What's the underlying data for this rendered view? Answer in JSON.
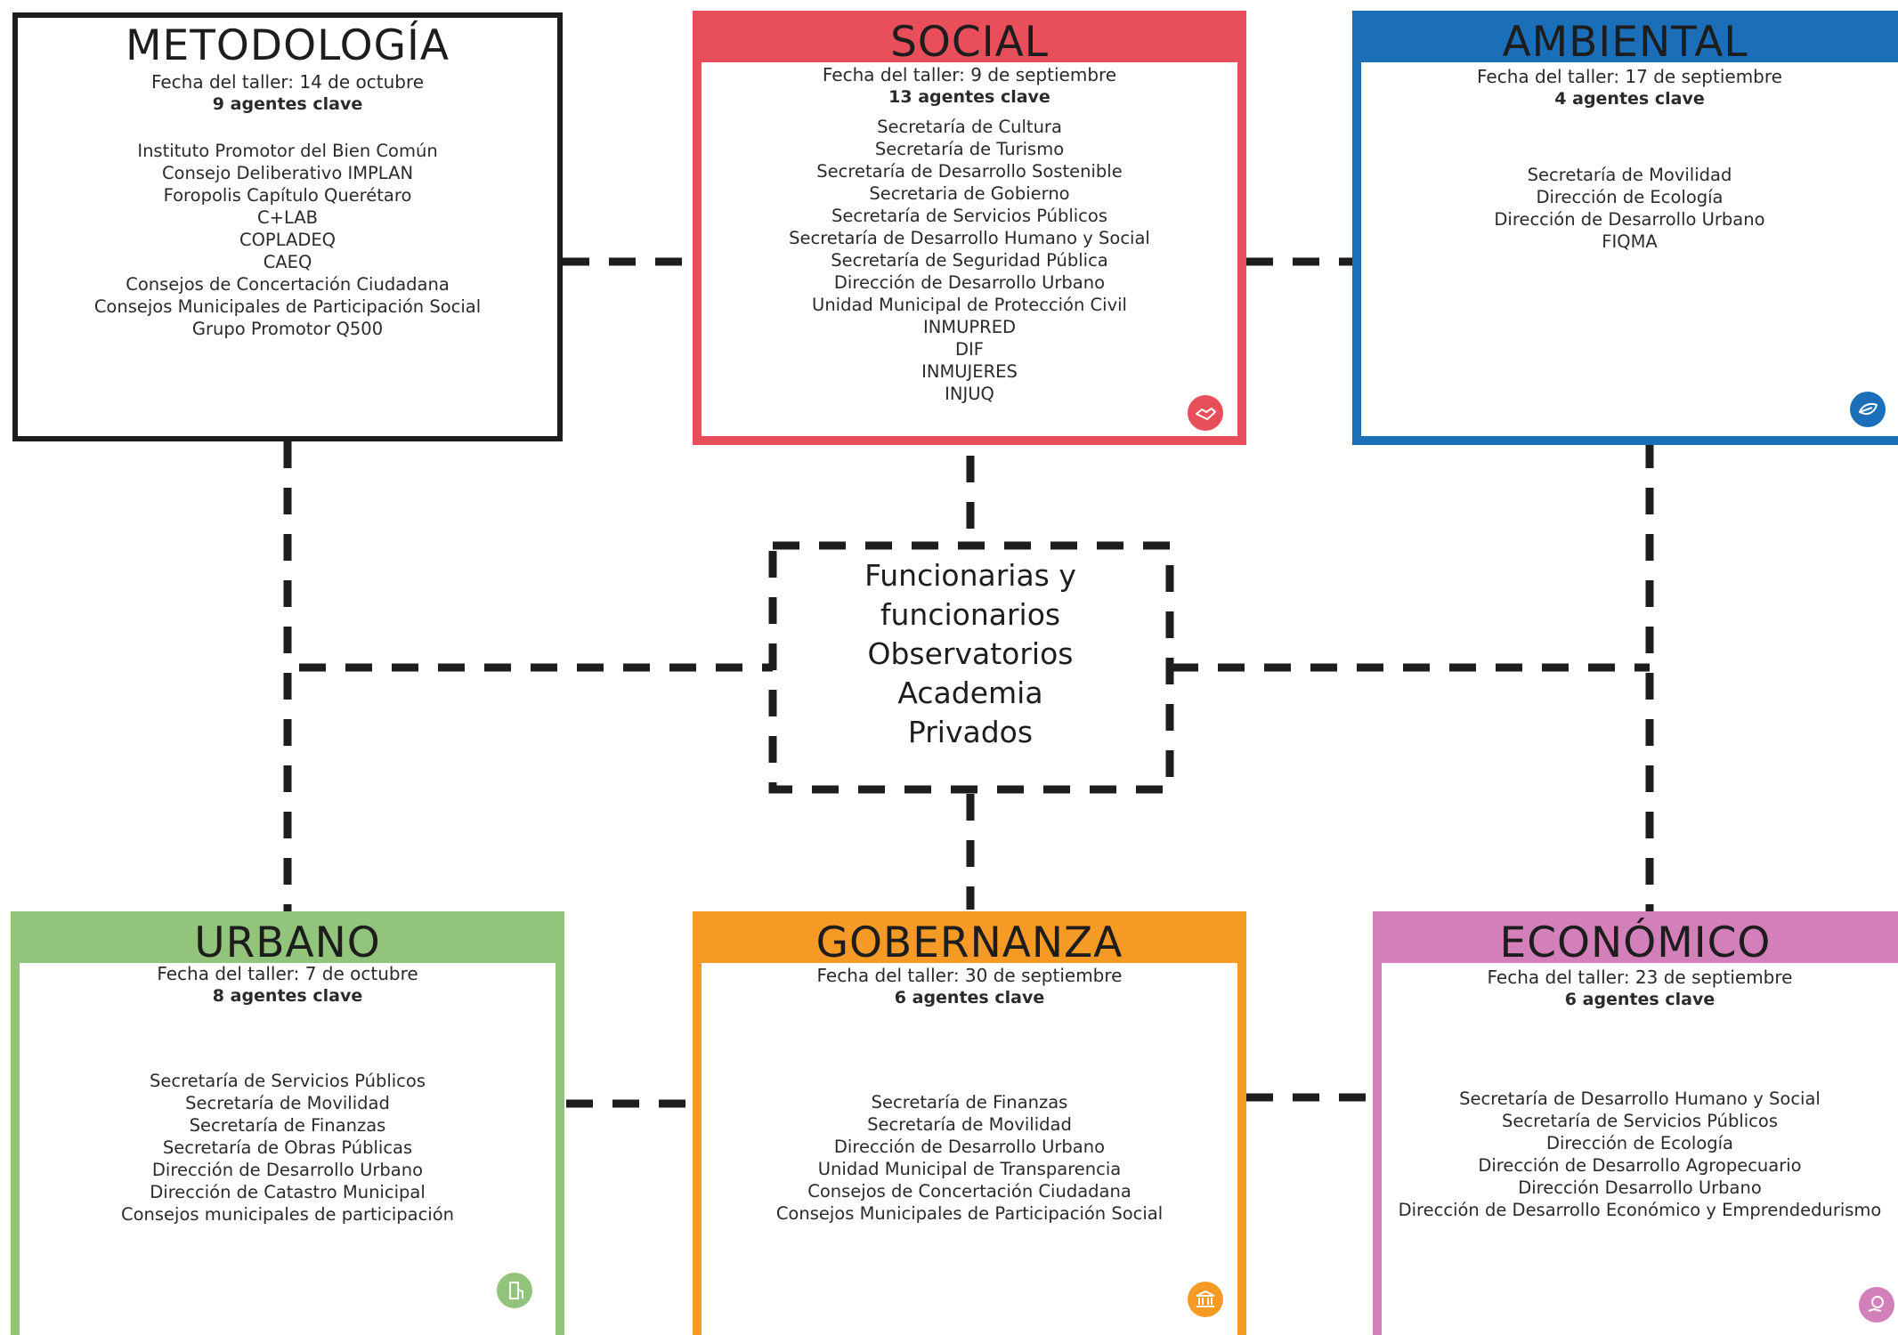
{
  "center": {
    "lines": [
      "Funcionarias y",
      "funcionarios",
      "Observatorios",
      "Academia",
      "Privados"
    ]
  },
  "boxes": {
    "metodologia": {
      "title": "METODOLOGÍA",
      "date": "Fecha del taller: 14 de octubre",
      "agents": "9 agentes clave",
      "items": [
        "Instituto Promotor del Bien Común",
        "Consejo Deliberativo IMPLAN",
        "Foropolis Capítulo Querétaro",
        "C+LAB",
        "COPLADEQ",
        "CAEQ",
        "Consejos de Concertación Ciudadana",
        "Consejos Municipales de Participación Social",
        "Grupo Promotor Q500"
      ],
      "color": "#1d1d1d"
    },
    "social": {
      "title": "SOCIAL",
      "date": "Fecha del taller: 9 de septiembre",
      "agents": "13 agentes clave",
      "items": [
        "Secretaría de Cultura",
        "Secretaría de Turismo",
        "Secretaría de Desarrollo Sostenible",
        "Secretaria de Gobierno",
        "Secretaría de Servicios Públicos",
        "Secretaría de Desarrollo Humano y Social",
        "Secretaría de Seguridad Pública",
        "Dirección de Desarrollo Urbano",
        "Unidad Municipal de Protección Civil",
        "INMUPRED",
        "DIF",
        "INMUJERES",
        "INJUQ"
      ],
      "color": "#e94e5b",
      "icon": "handshake-icon"
    },
    "ambiental": {
      "title": "AMBIENTAL",
      "date": "Fecha del taller: 17 de septiembre",
      "agents": "4 agentes clave",
      "items": [
        "Secretaría de Movilidad",
        "Dirección de Ecología",
        "Dirección de Desarrollo Urbano",
        "FIQMA"
      ],
      "color": "#1b6fb8",
      "icon": "leaf-icon"
    },
    "urbano": {
      "title": "URBANO",
      "date": "Fecha del taller: 7 de octubre",
      "agents": "8 agentes clave",
      "items": [
        "Secretaría de Servicios Públicos",
        "Secretaría de Movilidad",
        "Secretaría de Finanzas",
        "Secretaría de Obras Públicas",
        "Dirección de Desarrollo Urbano",
        "Dirección de Catastro Municipal",
        "Consejos municipales de participación"
      ],
      "color": "#92c47b",
      "icon": "building-icon"
    },
    "gobernanza": {
      "title": "GOBERNANZA",
      "date": "Fecha del taller: 30 de septiembre",
      "agents": "6 agentes clave",
      "items": [
        "Secretaría de Finanzas",
        "Secretaría de Movilidad",
        "Dirección de Desarrollo Urbano",
        "Unidad Municipal de Transparencia",
        "Consejos de Concertación Ciudadana",
        "Consejos Municipales de Participación Social"
      ],
      "color": "#f49a25",
      "icon": "government-icon"
    },
    "economico": {
      "title": "ECONÓMICO",
      "date": "Fecha del taller: 23 de septiembre",
      "agents": "6 agentes clave",
      "items": [
        "Secretaría de Desarrollo Humano y Social",
        "Secretaría de Servicios Públicos",
        "Dirección de Ecología",
        "Dirección de Desarrollo Agropecuario",
        "Dirección Desarrollo Urbano",
        "Dirección de Desarrollo Económico y Emprendedurismo"
      ],
      "color": "#d37fba",
      "icon": "money-hand-icon"
    }
  }
}
